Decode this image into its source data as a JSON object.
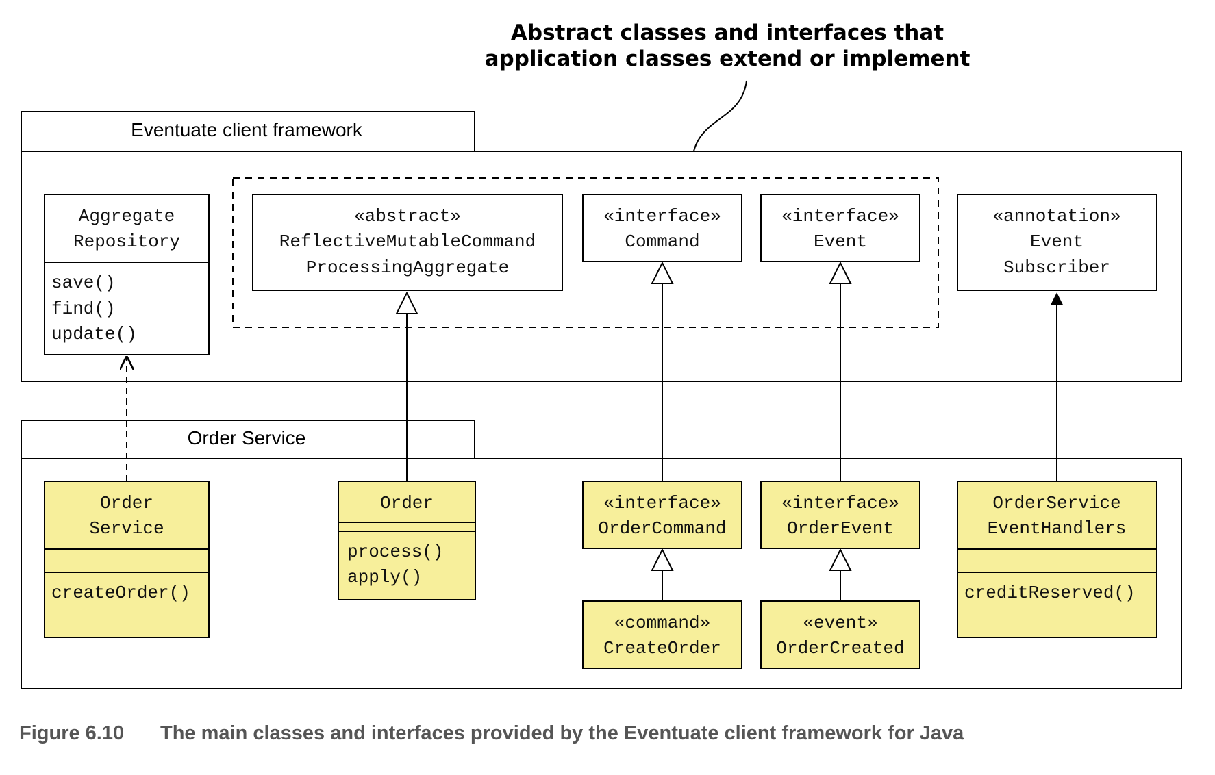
{
  "callout": {
    "line1": "Abstract classes and interfaces that",
    "line2": "application classes extend or implement"
  },
  "packages": {
    "framework": "Eventuate client framework",
    "order_service": "Order Service"
  },
  "framework_classes": {
    "aggregate_repository": {
      "name1": "Aggregate",
      "name2": "Repository",
      "methods": [
        "save()",
        "find()",
        "update()"
      ]
    },
    "reflective": {
      "stereotype": "«abstract»",
      "name1": "ReflectiveMutableCommand",
      "name2": "ProcessingAggregate"
    },
    "command": {
      "stereotype": "«interface»",
      "name": "Command"
    },
    "event": {
      "stereotype": "«interface»",
      "name": "Event"
    },
    "event_subscriber": {
      "stereotype": "«annotation»",
      "name1": "Event",
      "name2": "Subscriber"
    }
  },
  "service_classes": {
    "order_service": {
      "name1": "Order",
      "name2": "Service",
      "methods": [
        "createOrder()"
      ]
    },
    "order": {
      "name": "Order",
      "methods": [
        "process()",
        "apply()"
      ]
    },
    "order_command": {
      "stereotype": "«interface»",
      "name": "OrderCommand"
    },
    "order_event": {
      "stereotype": "«interface»",
      "name": "OrderEvent"
    },
    "handlers": {
      "name1": "OrderService",
      "name2": "EventHandlers",
      "methods": [
        "creditReserved()"
      ]
    },
    "create_order": {
      "stereotype": "«command»",
      "name": "CreateOrder"
    },
    "order_created": {
      "stereotype": "«event»",
      "name": "OrderCreated"
    }
  },
  "caption": {
    "label": "Figure 6.10",
    "text": "The main classes and interfaces provided by the Eventuate client framework for Java"
  },
  "colors": {
    "class_fill": "#f7ef9b",
    "caption": "#555555"
  }
}
